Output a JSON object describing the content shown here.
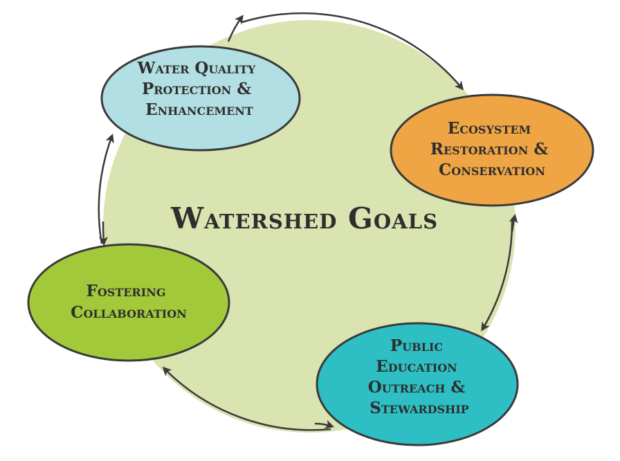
{
  "diagram": {
    "title": "Watershed Goals",
    "colors": {
      "background_circle": "#d9e4b0",
      "outline": "#3a3a3a",
      "arrow": "#3a3a3a",
      "text": "#2e2e2e"
    },
    "nodes": [
      {
        "id": "water-quality",
        "lines": [
          "Water Quality",
          "Protection &",
          "Enhancement"
        ],
        "color": "#b2dfe3"
      },
      {
        "id": "ecosystem",
        "lines": [
          "Ecosystem",
          "Restoration &",
          "Conservation"
        ],
        "color": "#f0a544"
      },
      {
        "id": "public-education",
        "lines": [
          "Public",
          "Education",
          "Outreach &",
          "Stewardship"
        ],
        "color": "#2dbfc4"
      },
      {
        "id": "collaboration",
        "lines": [
          "Fostering",
          "Collaboration"
        ],
        "color": "#a2c93a"
      }
    ]
  }
}
